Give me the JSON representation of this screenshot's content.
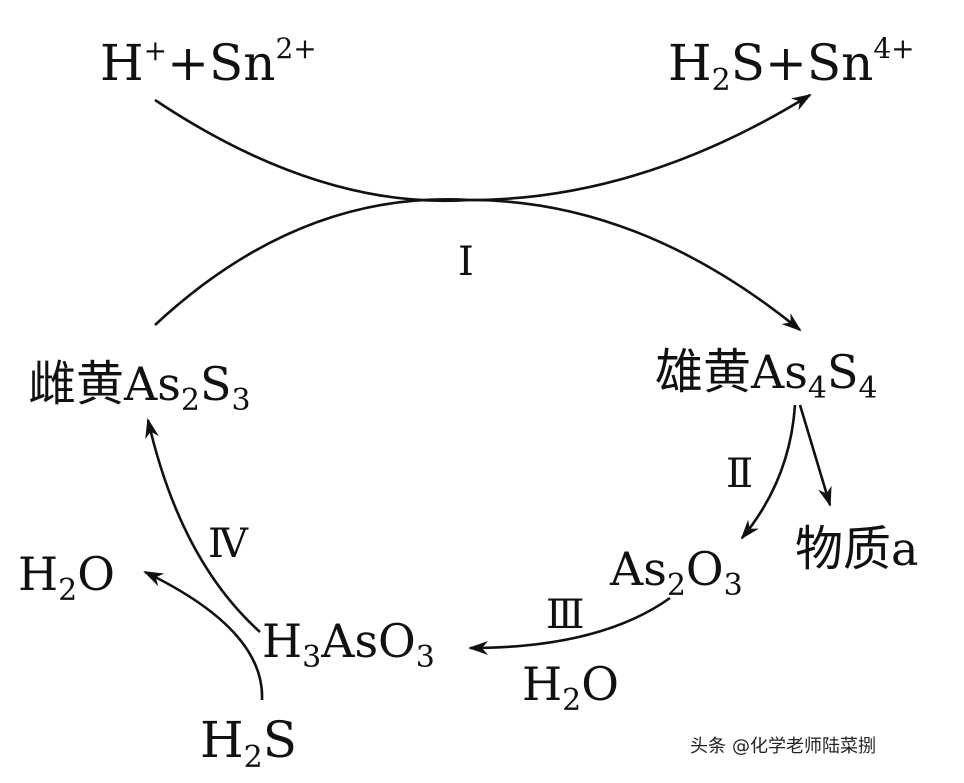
{
  "top_left": {
    "base": "H",
    "sup1": "+",
    "mid": "+Sn",
    "sup2": "2+"
  },
  "top_right": {
    "base": "H",
    "sub1": "2",
    "mid": "S+Sn",
    "sup": "4+"
  },
  "step_I": "Ⅰ",
  "step_II": "Ⅱ",
  "step_III": "Ⅲ",
  "step_IV": "Ⅳ",
  "realgar": {
    "cn": "雄黄",
    "el1": "As",
    "n1": "4",
    "el2": "S",
    "n2": "4"
  },
  "orpiment": {
    "cn": "雌黄",
    "el1": "As",
    "n1": "2",
    "el2": "S",
    "n2": "3"
  },
  "substance_a": {
    "cn": "物质",
    "sym": "a"
  },
  "as2o3": {
    "el1": "As",
    "n1": "2",
    "el2": "O",
    "n2": "3"
  },
  "h3aso3": {
    "el1": "H",
    "n1": "3",
    "el2": "AsO",
    "n2": "3"
  },
  "h2o_step3": {
    "el1": "H",
    "n1": "2",
    "el2": "O"
  },
  "h2o_left": {
    "el1": "H",
    "n1": "2",
    "el2": "O"
  },
  "h2s_bottom": {
    "el1": "H",
    "n1": "2",
    "el2": "S"
  },
  "watermark": {
    "prefix": "头条",
    "handle": "@化学老师陆菜捌"
  }
}
